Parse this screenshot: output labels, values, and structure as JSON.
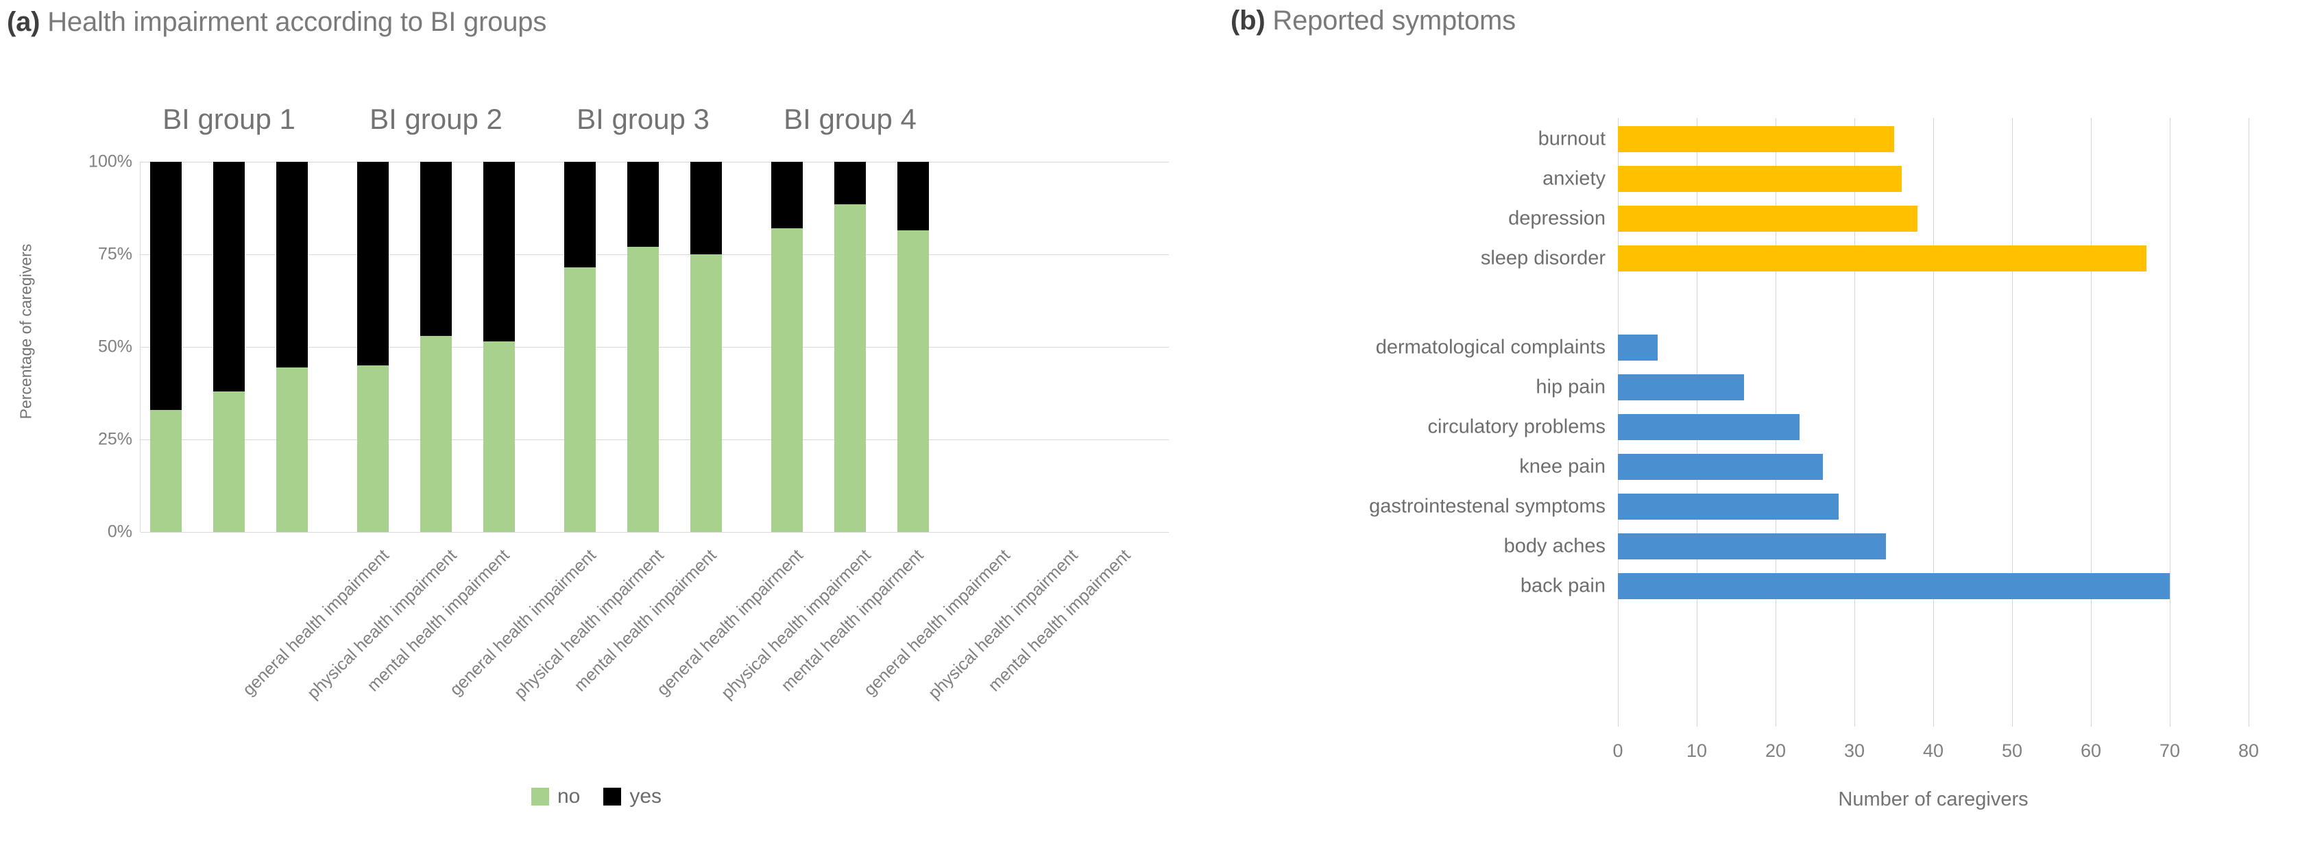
{
  "panel_a": {
    "tag": "(a)",
    "title": "Health impairment according to BI groups",
    "y_axis_title": "Percentage of caregivers",
    "y_ticks": [
      "0%",
      "25%",
      "50%",
      "75%",
      "100%"
    ],
    "group_headers": [
      "BI group 1",
      "BI group 2",
      "BI group 3",
      "BI group 4"
    ],
    "legend": [
      {
        "label": "no",
        "color": "#a9d18e"
      },
      {
        "label": "yes",
        "color": "#000000"
      }
    ]
  },
  "panel_b": {
    "tag": "(b)",
    "title": "Reported symptoms",
    "x_axis_title": "Number of caregivers",
    "x_ticks": [
      "0",
      "10",
      "20",
      "30",
      "40",
      "50",
      "60",
      "70",
      "80"
    ]
  },
  "chart_data": [
    {
      "type": "bar",
      "title": "Health impairment according to BI groups",
      "xlabel": "",
      "ylabel": "Percentage of caregivers",
      "ylim": [
        0,
        100
      ],
      "grid": true,
      "stacked": true,
      "legend_position": "bottom",
      "groups": [
        "BI group 1",
        "BI group 2",
        "BI group 3",
        "BI group 4"
      ],
      "categories": [
        "general health impairment",
        "physical health impairment",
        "mental health impairment",
        "general health impairment",
        "physical health impairment",
        "mental health impairment",
        "general health impairment",
        "physical health impairment",
        "mental health impairment",
        "general health impairment",
        "physical health impairment",
        "mental health impairment"
      ],
      "series": [
        {
          "name": "no",
          "color": "#a9d18e",
          "values": [
            33,
            38,
            44.5,
            45,
            53,
            51.5,
            71.5,
            77,
            75,
            82,
            88.5,
            81.5
          ]
        },
        {
          "name": "yes",
          "color": "#000000",
          "values": [
            67,
            62,
            55.5,
            55,
            47,
            48.5,
            28.5,
            23,
            25,
            18,
            11.5,
            18.5
          ]
        }
      ]
    },
    {
      "type": "bar",
      "orientation": "horizontal",
      "title": "Reported symptoms",
      "xlabel": "Number of caregivers",
      "ylabel": "",
      "xlim": [
        0,
        80
      ],
      "grid": true,
      "categories": [
        "burnout",
        "anxiety",
        "depression",
        "sleep disorder",
        "dermatological complaints",
        "hip pain",
        "circulatory problems",
        "knee pain",
        "gastrointestenal symptoms",
        "body aches",
        "back pain"
      ],
      "values": [
        35,
        36,
        38,
        67,
        5,
        16,
        23,
        26,
        28,
        34,
        70
      ],
      "colors": [
        "#ffc000",
        "#ffc000",
        "#ffc000",
        "#ffc000",
        "#4a90d0",
        "#4a90d0",
        "#4a90d0",
        "#4a90d0",
        "#4a90d0",
        "#4a90d0",
        "#4a90d0"
      ]
    }
  ]
}
